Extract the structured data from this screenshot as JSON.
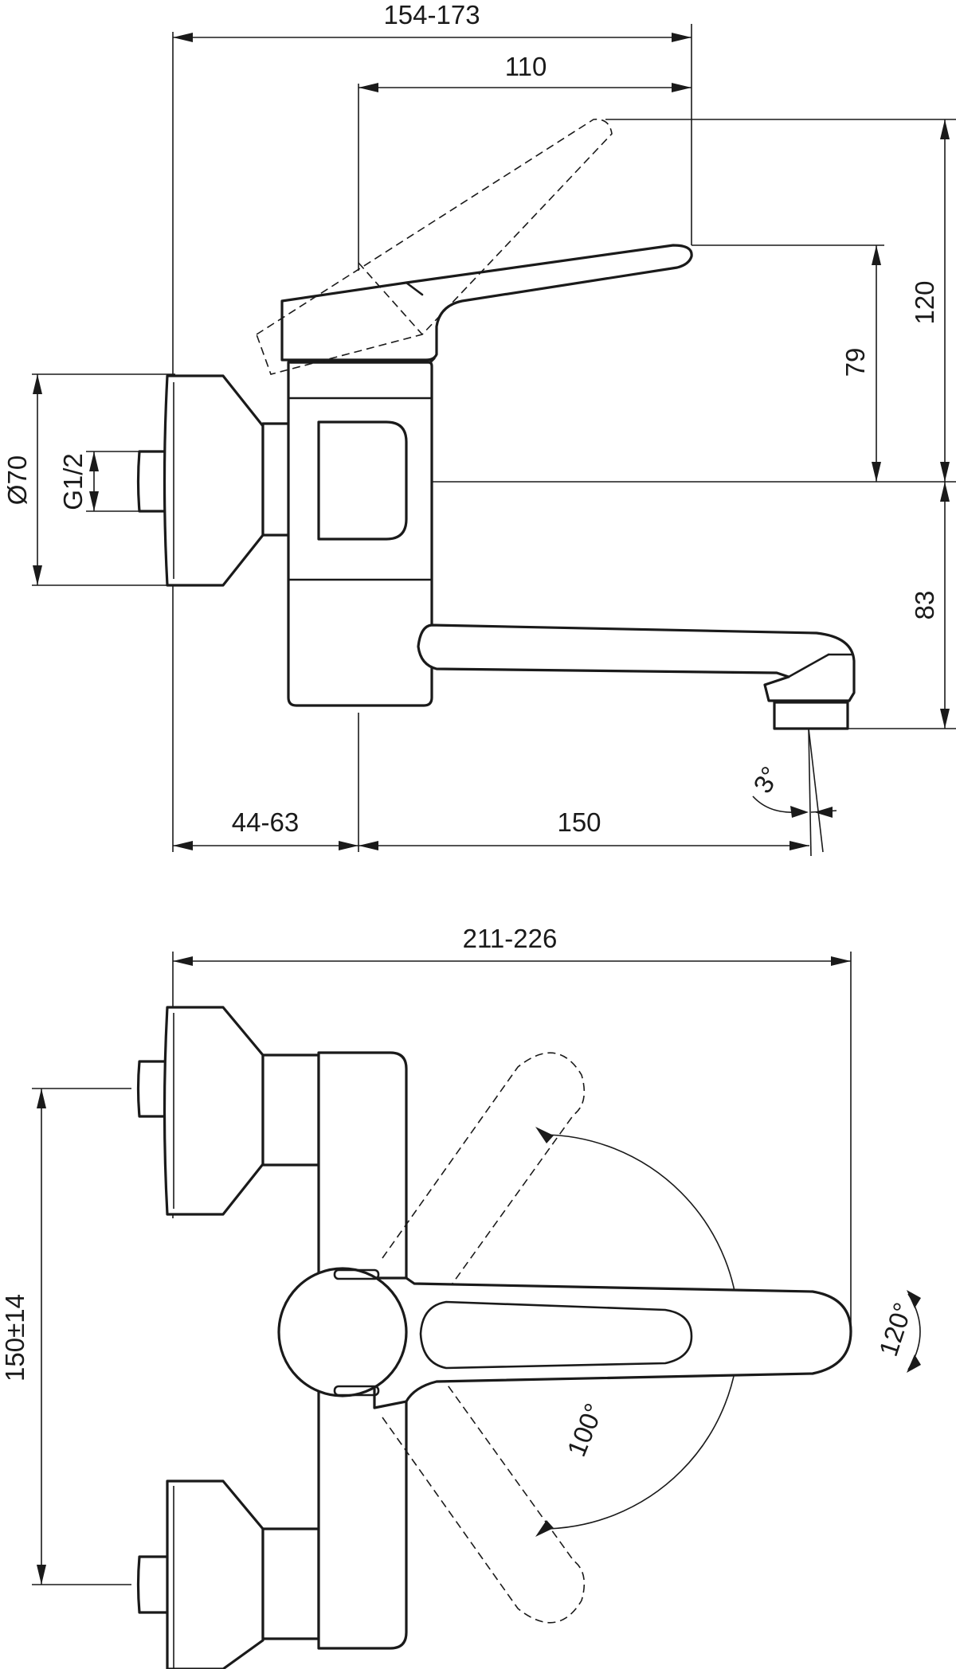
{
  "drawing": {
    "side_view": {
      "overall_depth": "154-173",
      "lever_reach": "110",
      "lever_height_raised": "120",
      "lever_height": "79",
      "spout_drop": "83",
      "flange_diameter": "Ø70",
      "connection_thread": "G1/2",
      "wall_offset": "44-63",
      "spout_projection": "150",
      "spray_angle": "3°"
    },
    "top_view": {
      "overall_width": "211-226",
      "inlet_centers": "150±14",
      "lever_rotation": "100°",
      "spout_swivel": "120°"
    }
  }
}
